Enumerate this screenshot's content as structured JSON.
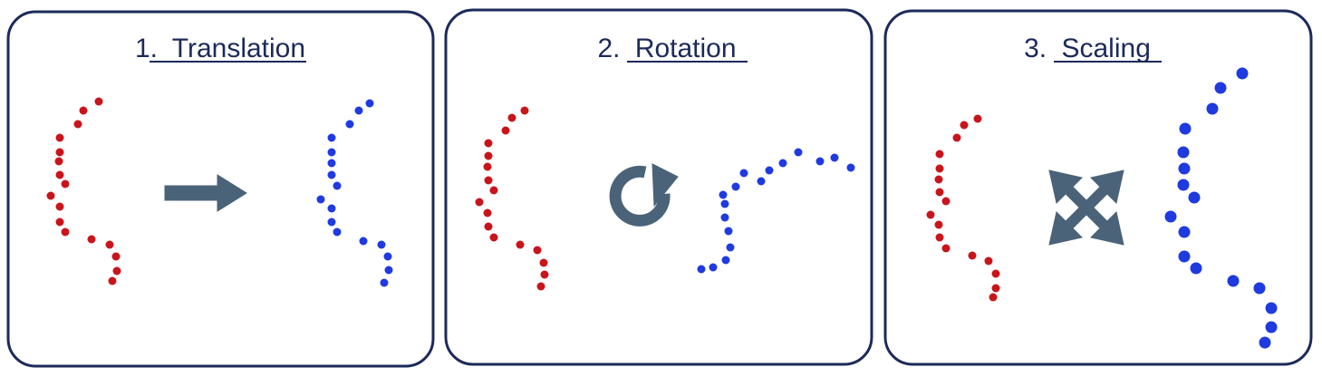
{
  "colors": {
    "border": "#1c2a5a",
    "title": "#1c2a5a",
    "source_points": "#c8151b",
    "target_points": "#1f3adf",
    "icon": "#4b6378"
  },
  "panels": [
    {
      "number": "1.",
      "title": "Translation",
      "icon": "right-arrow-icon"
    },
    {
      "number": "2.",
      "title": "Rotation",
      "icon": "rotate-clockwise-icon"
    },
    {
      "number": "3.",
      "title": "Scaling",
      "icon": "expand-arrows-icon"
    }
  ]
}
